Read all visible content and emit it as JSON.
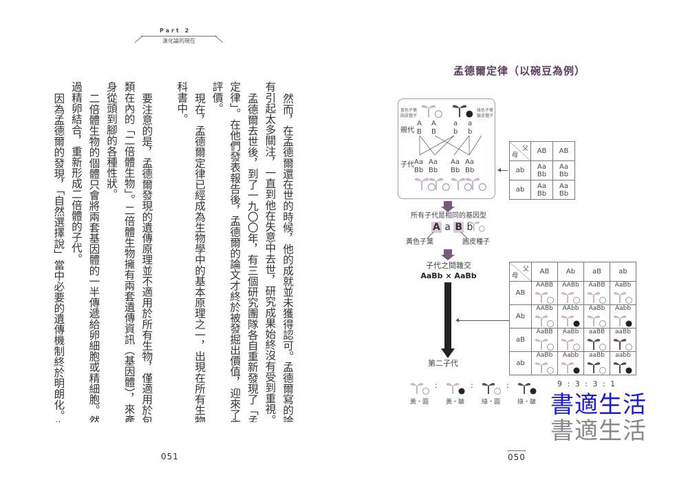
{
  "header": {
    "part": "Part 2",
    "chapter": "演化論的現在"
  },
  "left_page": {
    "columns": [
      {
        "text": "然而，在孟德爾還在世的時候，他的成就並未獲得認可。孟德爾寫的論文沒",
        "indent": true
      },
      {
        "text": "有引起太多關注，一直到他在失意中去世，研究成果始終沒有受到重視。",
        "indent": false
      },
      {
        "text": "孟德爾去世後，到了一九〇〇年，有三個研究團隊各自重新發現了「孟德爾",
        "indent": true
      },
      {
        "text": "定律」。在他們發表報告後，孟德爾的論文才終於被發掘出價值，迎來了應有的",
        "indent": false
      },
      {
        "text": "評價。",
        "indent": false
      },
      {
        "text": "現在，孟德爾定律已經成為生物學中的基本原理之一，出現在所有生物學教",
        "indent": true
      },
      {
        "text": "科書中。",
        "indent": false
      },
      {
        "text": "",
        "indent": false
      },
      {
        "text": "要注意的是，孟德爾發現的遺傳原理並不適用於所有生物，僅適用於包含人",
        "indent": true
      },
      {
        "text": "類在內的「二倍體生物」。二倍體生物擁有兩套遺傳資訊（基因體），來產生全",
        "indent": false
      },
      {
        "text": "身從頭到腳的各種性狀。",
        "indent": false
      },
      {
        "text": "二倍體生物的個體只會將兩套基因體的一半傳遞給卵細胞或精細胞。然後透",
        "indent": true
      },
      {
        "text": "過精卵結合，重新形成二倍體的子代。",
        "indent": false
      },
      {
        "text": "因為孟德爾的發現，「自然選擇說」當中必要的遺傳機制終於明朗化。生物",
        "indent": true
      }
    ],
    "page_number": "051"
  },
  "right_page": {
    "title": "孟德爾定律（以碗豆為例）",
    "parent_box": {
      "yellow_label_1": "黃色子葉",
      "yellow_label_2": "圓皮種子",
      "green_label_1": "綠色子葉",
      "green_label_2": "皺皮種子",
      "parent_label": "親代",
      "child_label": "子代",
      "parents": [
        [
          "A",
          "B"
        ],
        [
          "A",
          "B"
        ],
        [
          "a",
          "b"
        ],
        [
          "a",
          "b"
        ]
      ],
      "children": [
        [
          "Aa",
          "Bb"
        ],
        [
          "Aa",
          "Bb"
        ],
        [
          "Aa",
          "Bb"
        ],
        [
          "Aa",
          "Bb"
        ]
      ]
    },
    "small_table": {
      "father": "父",
      "mother": "母",
      "cols": [
        "AB",
        "AB"
      ],
      "rows": [
        {
          "h": "ab",
          "cells": [
            [
              "Aa",
              "Bb"
            ],
            [
              "Aa",
              "Bb"
            ]
          ]
        },
        {
          "h": "ab",
          "cells": [
            [
              "Aa",
              "Bb"
            ],
            [
              "Aa",
              "Bb"
            ]
          ]
        }
      ]
    },
    "same_genotype": "所有子代是相同的基因型",
    "genotype": {
      "A": "A",
      "a": "a",
      "B": "B",
      "b": "b"
    },
    "yellow_cotyledon": "黃色子葉",
    "round_seed": "圓皮種子",
    "cross_label": "子代之間雜交",
    "cross_formula": "AaBb × AaBb",
    "second_gen": "第二子代",
    "big_table": {
      "father": "父",
      "mother": "母",
      "cols": [
        "AB",
        "Ab",
        "aB",
        "ab"
      ],
      "rows": [
        {
          "h": "AB",
          "cells": [
            {
              "g": "AABB",
              "c": "y",
              "s": "r"
            },
            {
              "g": "AABb",
              "c": "y",
              "s": "r"
            },
            {
              "g": "AaBB",
              "c": "y",
              "s": "r"
            },
            {
              "g": "AaBb",
              "c": "y",
              "s": "r"
            }
          ]
        },
        {
          "h": "Ab",
          "cells": [
            {
              "g": "AABb",
              "c": "y",
              "s": "r"
            },
            {
              "g": "AAbb",
              "c": "y",
              "s": "w"
            },
            {
              "g": "AaBb",
              "c": "y",
              "s": "r"
            },
            {
              "g": "Aabb",
              "c": "y",
              "s": "w"
            }
          ]
        },
        {
          "h": "aB",
          "cells": [
            {
              "g": "AaBB",
              "c": "y",
              "s": "r"
            },
            {
              "g": "AaBb",
              "c": "y",
              "s": "r"
            },
            {
              "g": "aaBB",
              "c": "g",
              "s": "r"
            },
            {
              "g": "aaBb",
              "c": "g",
              "s": "r"
            }
          ]
        },
        {
          "h": "ab",
          "cells": [
            {
              "g": "AaBb",
              "c": "y",
              "s": "r"
            },
            {
              "g": "Aabb",
              "c": "y",
              "s": "w"
            },
            {
              "g": "aaBb",
              "c": "g",
              "s": "r"
            },
            {
              "g": "aabb",
              "c": "g",
              "s": "w"
            }
          ]
        }
      ]
    },
    "legend": [
      {
        "label": "黃・圓",
        "c": "y",
        "s": "r"
      },
      {
        "label": "黃・皺",
        "c": "y",
        "s": "w"
      },
      {
        "label": "綠・圓",
        "c": "g",
        "s": "r"
      },
      {
        "label": "綠・皺",
        "c": "g",
        "s": "w"
      }
    ],
    "ratio": "9 : 3 : 3 : 1",
    "separator": ":",
    "watermark": "書適生活",
    "page_number": "050"
  },
  "colors": {
    "accent": "#5a3d5c",
    "yellow_plant": "#c9b4c9",
    "green_plant": "#5e4560"
  }
}
